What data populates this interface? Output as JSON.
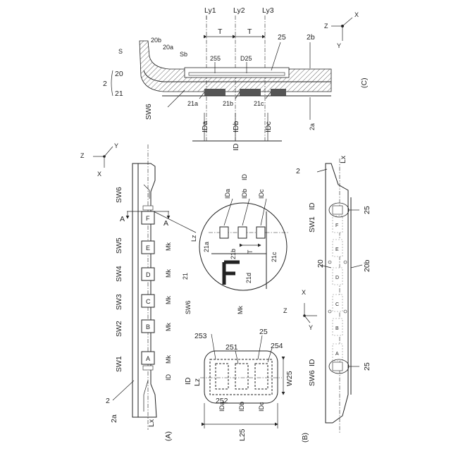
{
  "figure_a": {
    "caption": "(A)",
    "switches": [
      "SW1",
      "SW2",
      "SW3",
      "SW4",
      "SW5",
      "SW6"
    ],
    "key_letters": [
      "A",
      "B",
      "C",
      "D",
      "E",
      "F"
    ],
    "mark_label": "Mk",
    "id_label": "ID",
    "ref_2": "2",
    "ref_2a": "2a",
    "axis_lx": "Lx",
    "section_a": "A",
    "axis_x": "X",
    "axis_y": "Y",
    "axis_z": "Z",
    "detail": {
      "ref_id": "ID",
      "ida": "IDa",
      "idb": "IDb",
      "idc": "IDc",
      "lz": "Lz",
      "ref_21a": "21a",
      "ref_21": "21",
      "ref_21b": "21b",
      "ref_21c": "21c",
      "ref_21d": "21d",
      "t": "T",
      "sw6": "SW6",
      "mk": "Mk",
      "letter": "F"
    }
  },
  "figure_b": {
    "caption": "(B)",
    "ref_2": "2",
    "ref_20": "20",
    "ref_20b": "20b",
    "ref_25_top": "25",
    "ref_25_bottom": "25",
    "sw1": "SW1",
    "sw6": "SW6",
    "id_top": "ID",
    "id_bottom": "ID",
    "axis_lx": "Lx",
    "axis_x": "X",
    "axis_y": "Y",
    "axis_z": "Z",
    "body_letters": [
      "F",
      "E",
      "D",
      "C",
      "B",
      "A"
    ],
    "detail": {
      "ref_25": "25",
      "ref_253": "253",
      "ref_251": "251",
      "ref_254": "254",
      "ref_252": "252",
      "ref_id": "ID",
      "lz": "Lz",
      "ida": "IDa",
      "idb": "IDb",
      "idc": "IDc",
      "w25": "W25",
      "l25": "L25"
    }
  },
  "figure_c": {
    "caption": "(C)",
    "ly1": "Ly1",
    "ly2": "Ly2",
    "ly3": "Ly3",
    "t1": "T",
    "t2": "T",
    "ref_25": "25",
    "ref_2b": "2b",
    "ref_20b": "20b",
    "ref_20a": "20a",
    "ref_s": "S",
    "ref_sb": "Sb",
    "ref_255": "255",
    "ref_d25": "D25",
    "ref_2": "2",
    "ref_20": "20",
    "ref_21": "21",
    "ref_sw6": "SW6",
    "ref_21a": "21a",
    "ref_21b": "21b",
    "ref_21c": "21c",
    "ref_2a": "2a",
    "ida": "IDa",
    "idb": "IDb",
    "idc": "IDc",
    "id": "ID",
    "axis_x": "X",
    "axis_y": "Y",
    "axis_z": "Z"
  }
}
